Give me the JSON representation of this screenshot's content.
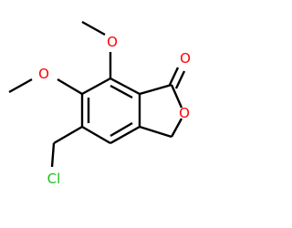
{
  "atoms": {
    "o_carbonyl": {
      "label": "O",
      "color": "#ff0000"
    },
    "o_ring": {
      "label": "O",
      "color": "#ff0000"
    },
    "o_methoxy_top": {
      "label": "O",
      "color": "#ff0000"
    },
    "o_methoxy_left": {
      "label": "O",
      "color": "#ff0000"
    },
    "chlorine": {
      "label": "Cl",
      "color": "#1fbf1f"
    }
  },
  "colors": {
    "bond": "#000000",
    "background": "#ffffff"
  }
}
